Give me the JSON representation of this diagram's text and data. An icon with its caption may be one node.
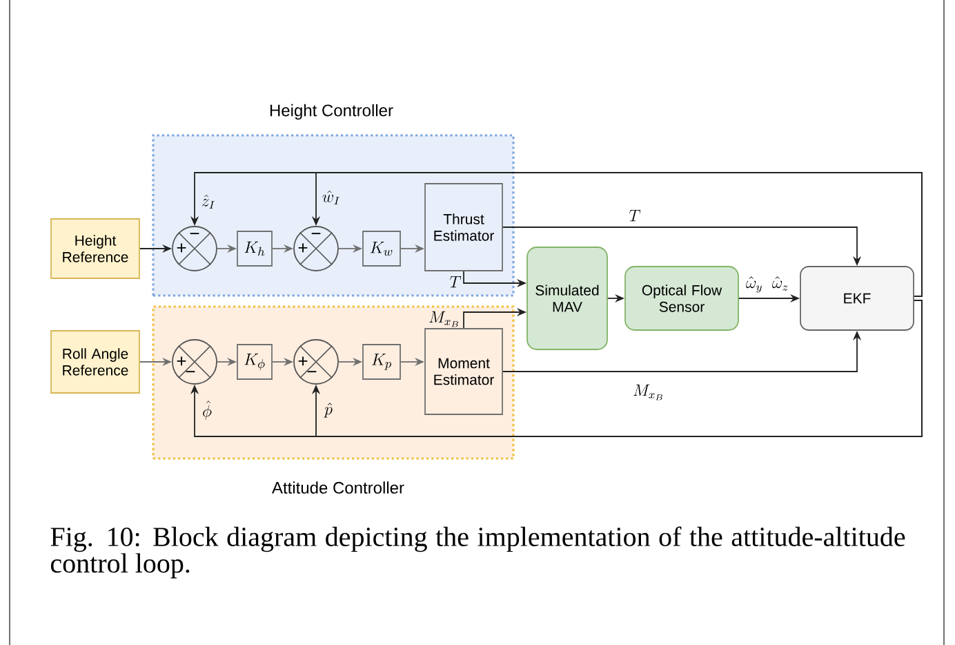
{
  "diagram": {
    "caption": "Fig. 10: Block diagram depicting the implementation of the attitude-altitude control loop.",
    "nodes": [
      {
        "text": [
          "Height Controller"
        ]
      },
      {
        "text": [
          "Attitude Controller"
        ]
      },
      {
        "text": [
          "Height Reference"
        ]
      },
      {
        "text": [
          "+",
          "−"
        ],
        "in": 0
      },
      {
        "text": [
          "K_h"
        ],
        "in": 0
      },
      {
        "text": [
          "+",
          "−"
        ],
        "in": 0
      },
      {
        "text": [
          "K_w"
        ],
        "in": 0
      },
      {
        "text": [
          "Thrust Estimator"
        ],
        "in": 0
      },
      {
        "text": [
          "Roll Angle Reference"
        ]
      },
      {
        "text": [
          "+",
          "−"
        ],
        "in": 1
      },
      {
        "text": [
          "K_\\phi"
        ],
        "in": 1
      },
      {
        "text": [
          "+",
          "−"
        ],
        "in": 1
      },
      {
        "text": [
          "K_p"
        ],
        "in": 1
      },
      {
        "text": [
          "Moment Estimator"
        ],
        "in": 1
      },
      {
        "text": [
          "Simulated MAV"
        ]
      },
      {
        "text": [
          "Optical Flow Sensor"
        ]
      },
      {
        "text": [
          "EKF"
        ]
      }
    ],
    "edges": [
      {
        "from": 2,
        "to": 3,
        "arrow": "to"
      },
      {
        "from": 3,
        "to": 4,
        "arrow": "to",
        "color": "#707070"
      },
      {
        "from": 4,
        "to": 5,
        "arrow": "to",
        "color": "#707070"
      },
      {
        "from": 5,
        "to": 6,
        "arrow": "to",
        "color": "#707070"
      },
      {
        "from": 6,
        "to": 7,
        "arrow": "to",
        "color": "#707070"
      },
      {
        "from": 8,
        "to": 9,
        "arrow": "to",
        "color": "#707070"
      },
      {
        "from": 9,
        "to": 10,
        "arrow": "to",
        "color": "#707070"
      },
      {
        "from": 10,
        "to": 11,
        "arrow": "to",
        "color": "#707070"
      },
      {
        "from": 11,
        "to": 12,
        "arrow": "to",
        "color": "#707070"
      },
      {
        "from": 12,
        "to": 13,
        "arrow": "to",
        "color": "#707070"
      },
      {
        "from": 7,
        "to": 14,
        "arrow": "to",
        "label": "T"
      },
      {
        "from": 13,
        "to": 14,
        "arrow": "to",
        "label": "M_{x_B}"
      },
      {
        "from": 14,
        "to": 15,
        "arrow": "to"
      },
      {
        "from": 15,
        "to": 16,
        "arrow": "to",
        "label": "\\hat{\\omega}_y \\;\\; \\hat{\\omega}_z"
      },
      {
        "from": 7,
        "to": 16,
        "arrow": "to",
        "label": "T"
      },
      {
        "from": 13,
        "to": 16,
        "arrow": "to",
        "label": "M_{x_B}"
      },
      {
        "from": 16,
        "to": 3,
        "arrow": "to",
        "label": "\\hat{z}_I"
      },
      {
        "from": 16,
        "to": 5,
        "arrow": "to",
        "label": "\\hat{w}_I"
      },
      {
        "from": 16,
        "to": 9,
        "arrow": "to",
        "label": "\\hat{\\phi}"
      },
      {
        "from": 16,
        "to": 11,
        "arrow": "to",
        "label": "\\hat{p}"
      }
    ]
  }
}
